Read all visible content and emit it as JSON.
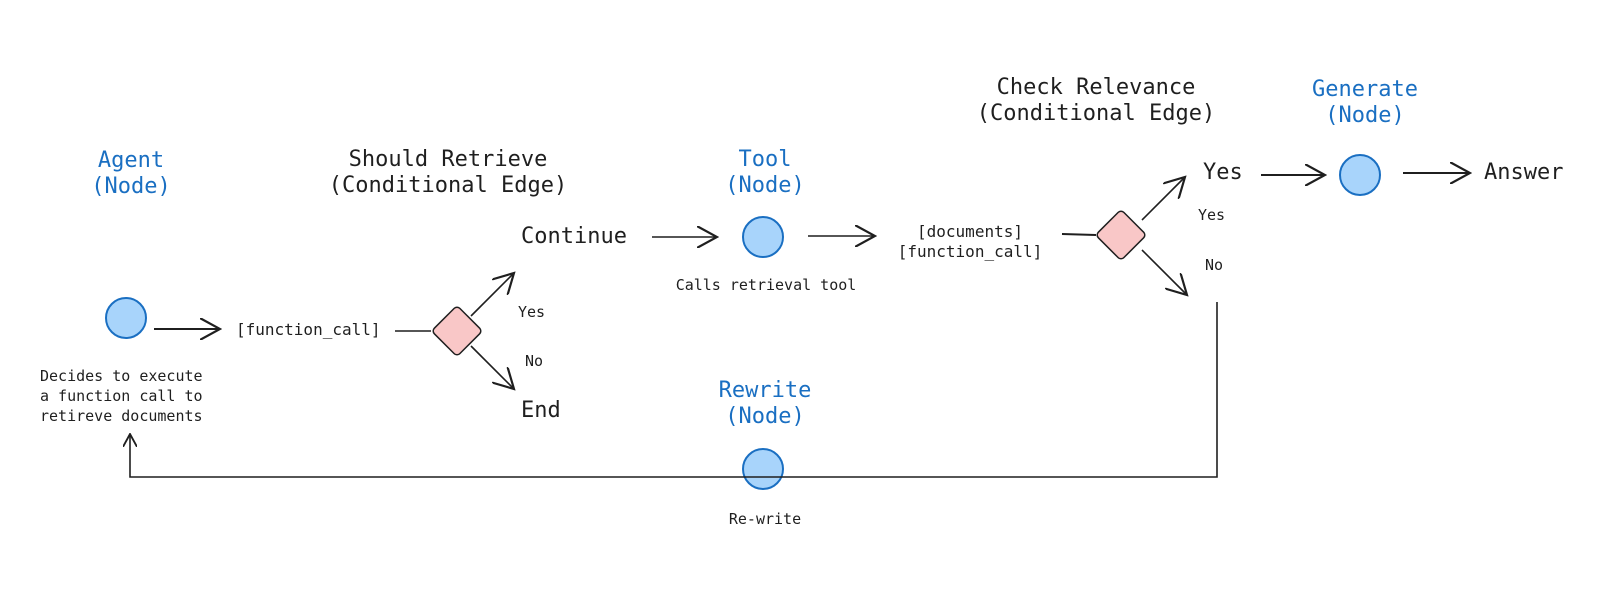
{
  "agent": {
    "title1": "Agent",
    "title2": "(Node)",
    "desc1": "Decides to execute",
    "desc2": "a function call to",
    "desc3": "retireve documents"
  },
  "function_call_1": "[function_call]",
  "should_retrieve": {
    "title1": "Should Retrieve",
    "title2": "(Conditional Edge)",
    "yes": "Yes",
    "no": "No",
    "continue": "Continue",
    "end": "End"
  },
  "tool": {
    "title1": "Tool",
    "title2": "(Node)",
    "desc": "Calls retrieval tool"
  },
  "documents": {
    "line1": "[documents]",
    "line2": "[function_call]"
  },
  "check_relevance": {
    "title1": "Check Relevance",
    "title2": "(Conditional Edge)",
    "yes_big": "Yes",
    "yes": "Yes",
    "no": "No"
  },
  "generate": {
    "title1": "Generate",
    "title2": "(Node)"
  },
  "answer": "Answer",
  "rewrite": {
    "title1": "Rewrite",
    "title2": "(Node)",
    "desc": "Re-write"
  },
  "colors": {
    "node_fill": "#a8d4fb",
    "node_stroke": "#1a6fc2",
    "decision_fill": "#f9c7c7",
    "title_blue": "#1a6fc2",
    "line": "#1f1f1f"
  }
}
